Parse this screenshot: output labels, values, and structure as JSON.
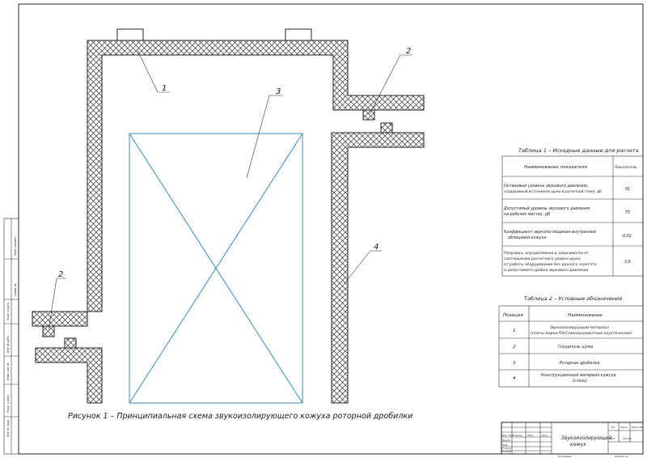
{
  "figure": {
    "caption": "Рисунок 1 – Принципиальная схема звукоизолирующего кожуха роторной дробилки",
    "labels": [
      "1",
      "2",
      "3",
      "2",
      "4"
    ]
  },
  "table1": {
    "title": "Таблица 1 – Исходные данные для расчета",
    "headers": [
      "Наименование показателя",
      "Показатель"
    ],
    "rows": [
      {
        "name_lines": [
          "Октановый уровень звукового давления,",
          "создаваемый источником шума в расчетной точке, дБ"
        ],
        "value": "91"
      },
      {
        "name_lines": [
          "Допустимый уровень звукового давления",
          "на рабочих местах, дБ"
        ],
        "value": "75"
      },
      {
        "name_lines": [
          "Коэффициент звукопоглощения внутренней",
          "облицовки кожуха"
        ],
        "value": "0,02"
      },
      {
        "name_lines": [
          "Поправка, определяемая в зависимости от",
          "соотношения расчетного уровня шума",
          "от работы оборудования без данного агрегата",
          "и допустимого уровня звукового давления"
        ],
        "value": "3,6"
      }
    ]
  },
  "table2": {
    "title": "Таблица 2 – Условные обозначения",
    "headers": [
      "Позиция",
      "Наименование"
    ],
    "rows": [
      {
        "pos": "1",
        "name_lines": [
          "Звукоизолирующий материал",
          "(плиты марки ПА/С/минераловатные акустические)"
        ]
      },
      {
        "pos": "2",
        "name_lines": [
          "Глушитель шума"
        ]
      },
      {
        "pos": "3",
        "name_lines": [
          "Роторная дробилка"
        ]
      },
      {
        "pos": "4",
        "name_lines": [
          "Конструкционный материал кожуха",
          "(сталь)"
        ]
      }
    ]
  },
  "title_block": {
    "name_lines": [
      "Звукоизолирующий",
      "кожух"
    ],
    "col_headers": [
      "Лит.",
      "Масса",
      "Масштаб"
    ],
    "sheet": "Лист",
    "sheets": "Листов",
    "format": "Формат  А1",
    "copied": "Копировал",
    "row_labels": [
      "Изм. Лист",
      "Разраб.",
      "Пров.",
      "Т.контр.",
      "Н.контр.",
      "Утв."
    ],
    "head_cells": [
      "№ докум.",
      "Подп.",
      "Дата"
    ]
  },
  "side_stamp": {
    "cells": [
      "Инв. № подл.",
      "Подп. и дата",
      "Взам. инв. №",
      "Инв. № дубл.",
      "Подп. и дата",
      "Справ. №",
      "Перв. примен."
    ]
  }
}
